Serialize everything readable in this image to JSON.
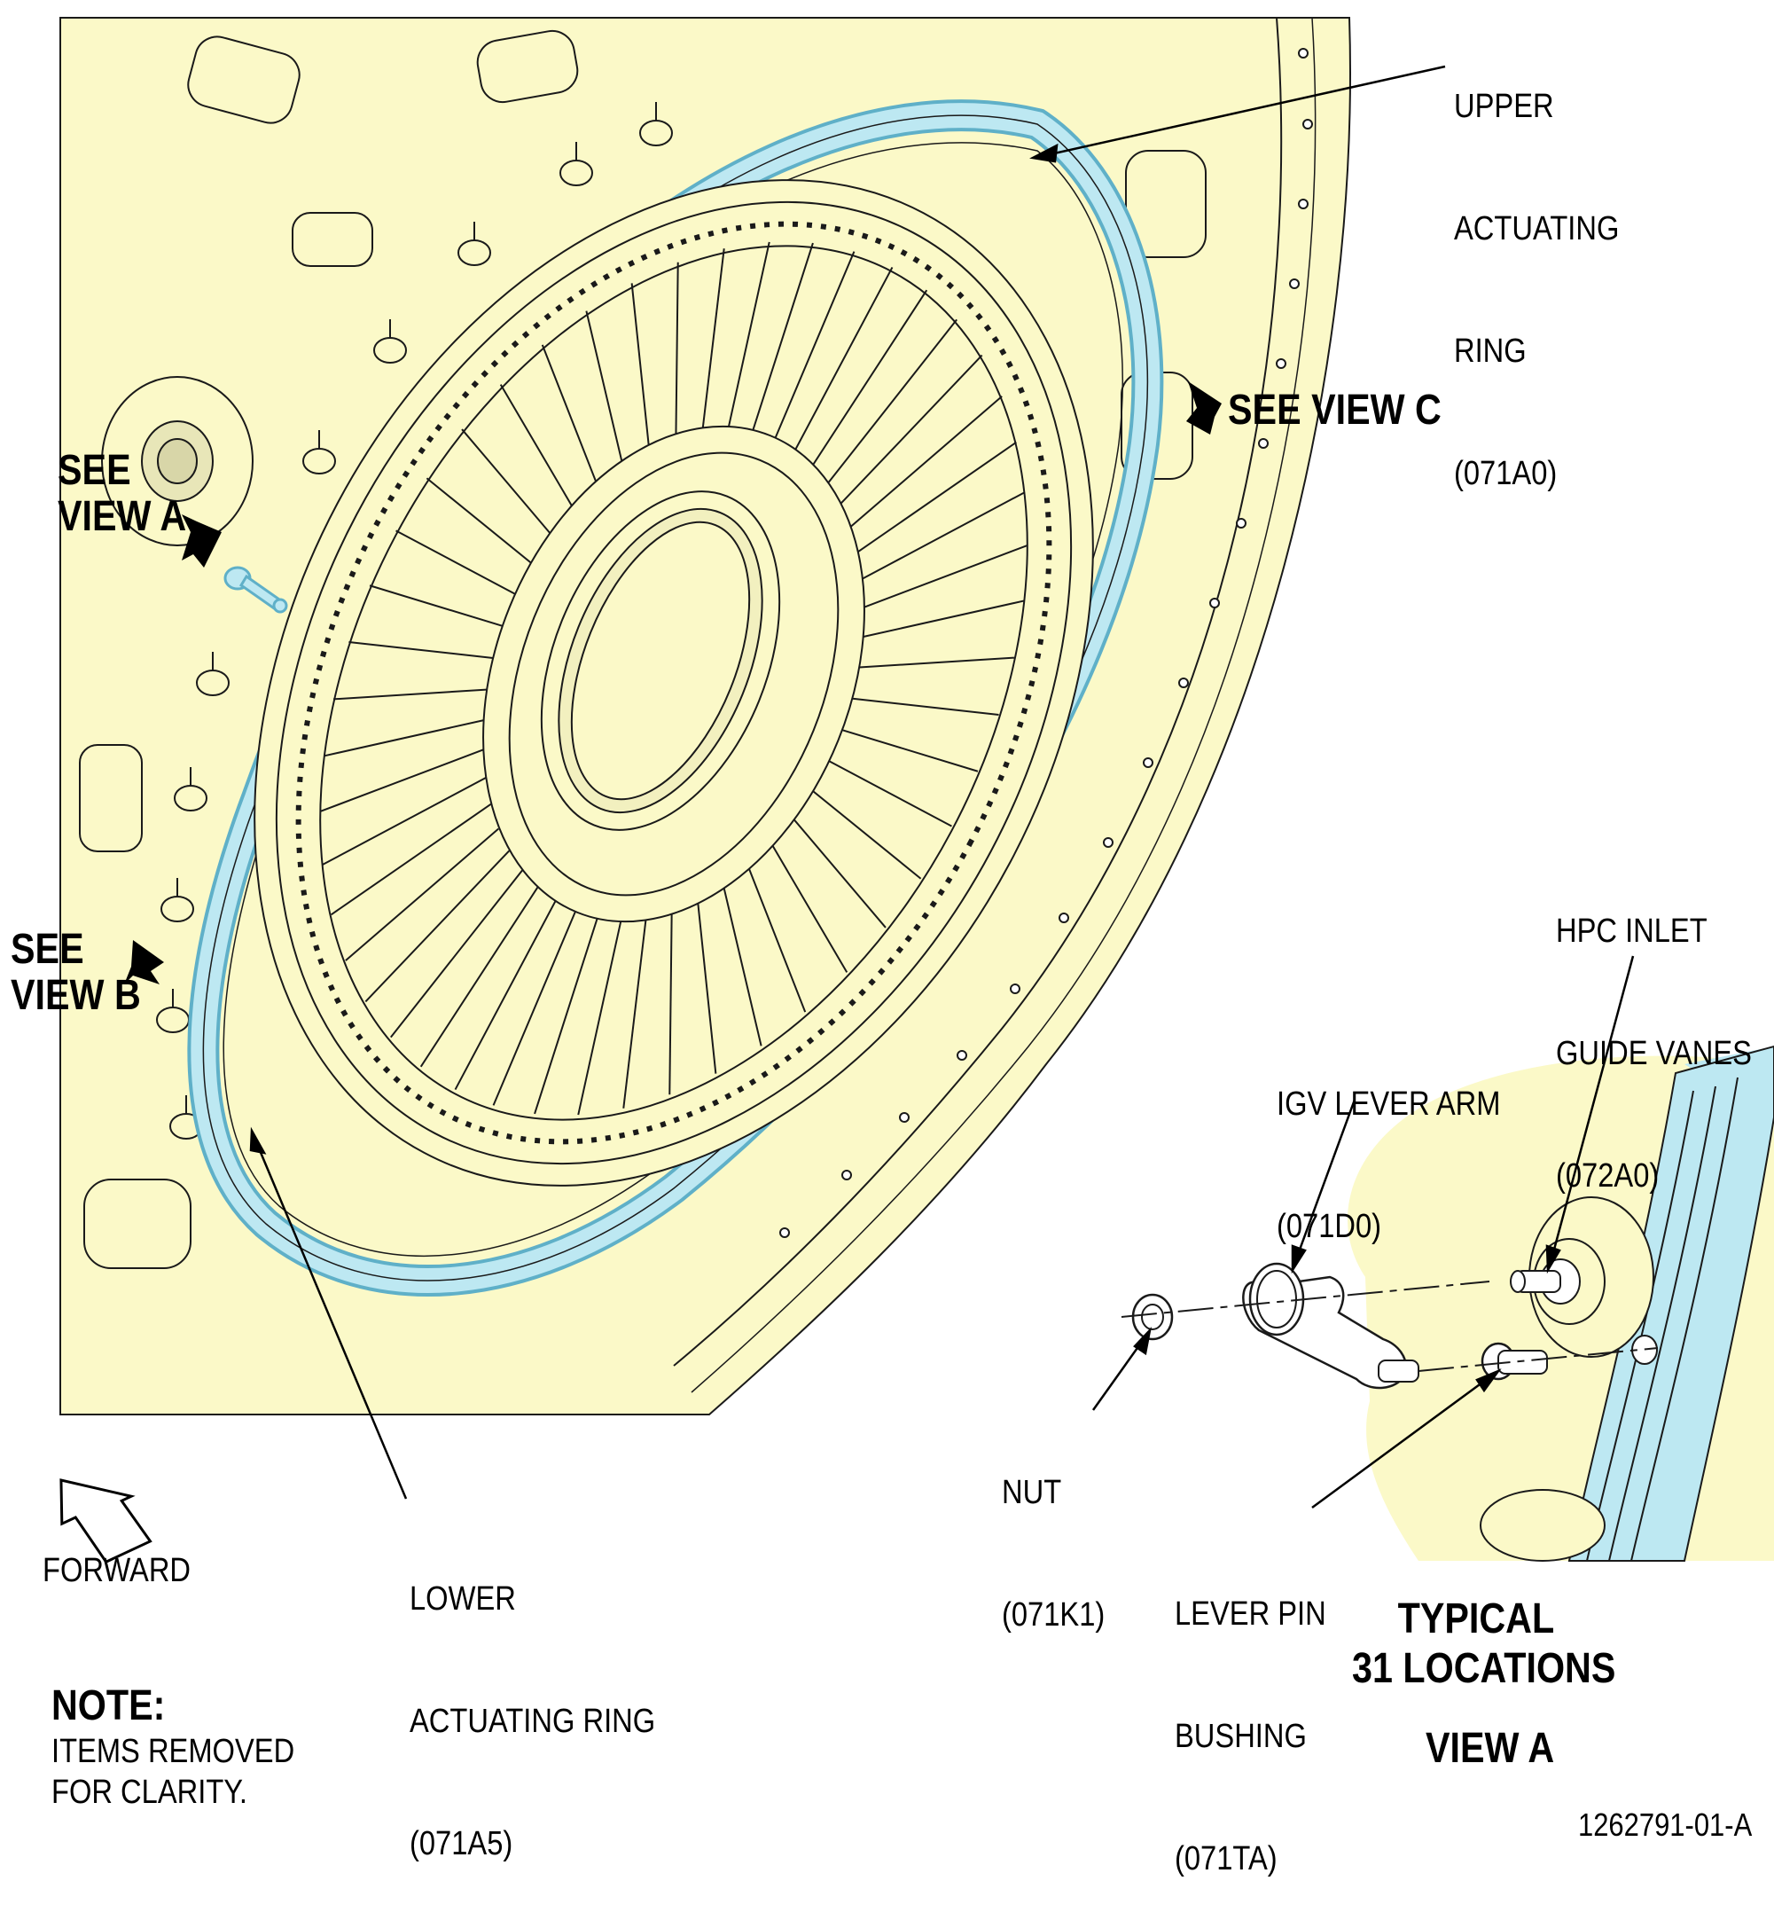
{
  "labels": {
    "upper_ring": [
      "UPPER",
      "ACTUATING",
      "RING",
      "(071A0)"
    ],
    "lower_ring": [
      "LOWER",
      "ACTUATING RING",
      "(071A5)"
    ],
    "hpc_vanes": [
      "HPC INLET",
      "GUIDE VANES",
      "(072A0)"
    ],
    "lever_arm": [
      "IGV LEVER ARM",
      "(071D0)"
    ],
    "nut": [
      "NUT",
      "(071K1)"
    ],
    "bushing": [
      "LEVER PIN",
      "BUSHING",
      "(071TA)"
    ]
  },
  "callouts": {
    "view_a": [
      "SEE",
      "VIEW A"
    ],
    "view_b": [
      "SEE",
      "VIEW B"
    ],
    "view_c": "SEE VIEW C"
  },
  "forward": "FORWARD",
  "note": {
    "title": "NOTE:",
    "lines": [
      "ITEMS REMOVED",
      "FOR CLARITY."
    ]
  },
  "typical": [
    "TYPICAL",
    "31 LOCATIONS"
  ],
  "view_title": "VIEW A",
  "figure_id": "1262791-01-A",
  "colors": {
    "housing": "#fbf9c8",
    "ring": "#bde8f2",
    "ring_stroke": "#5fb0c8",
    "line": "#1a1a1a"
  }
}
